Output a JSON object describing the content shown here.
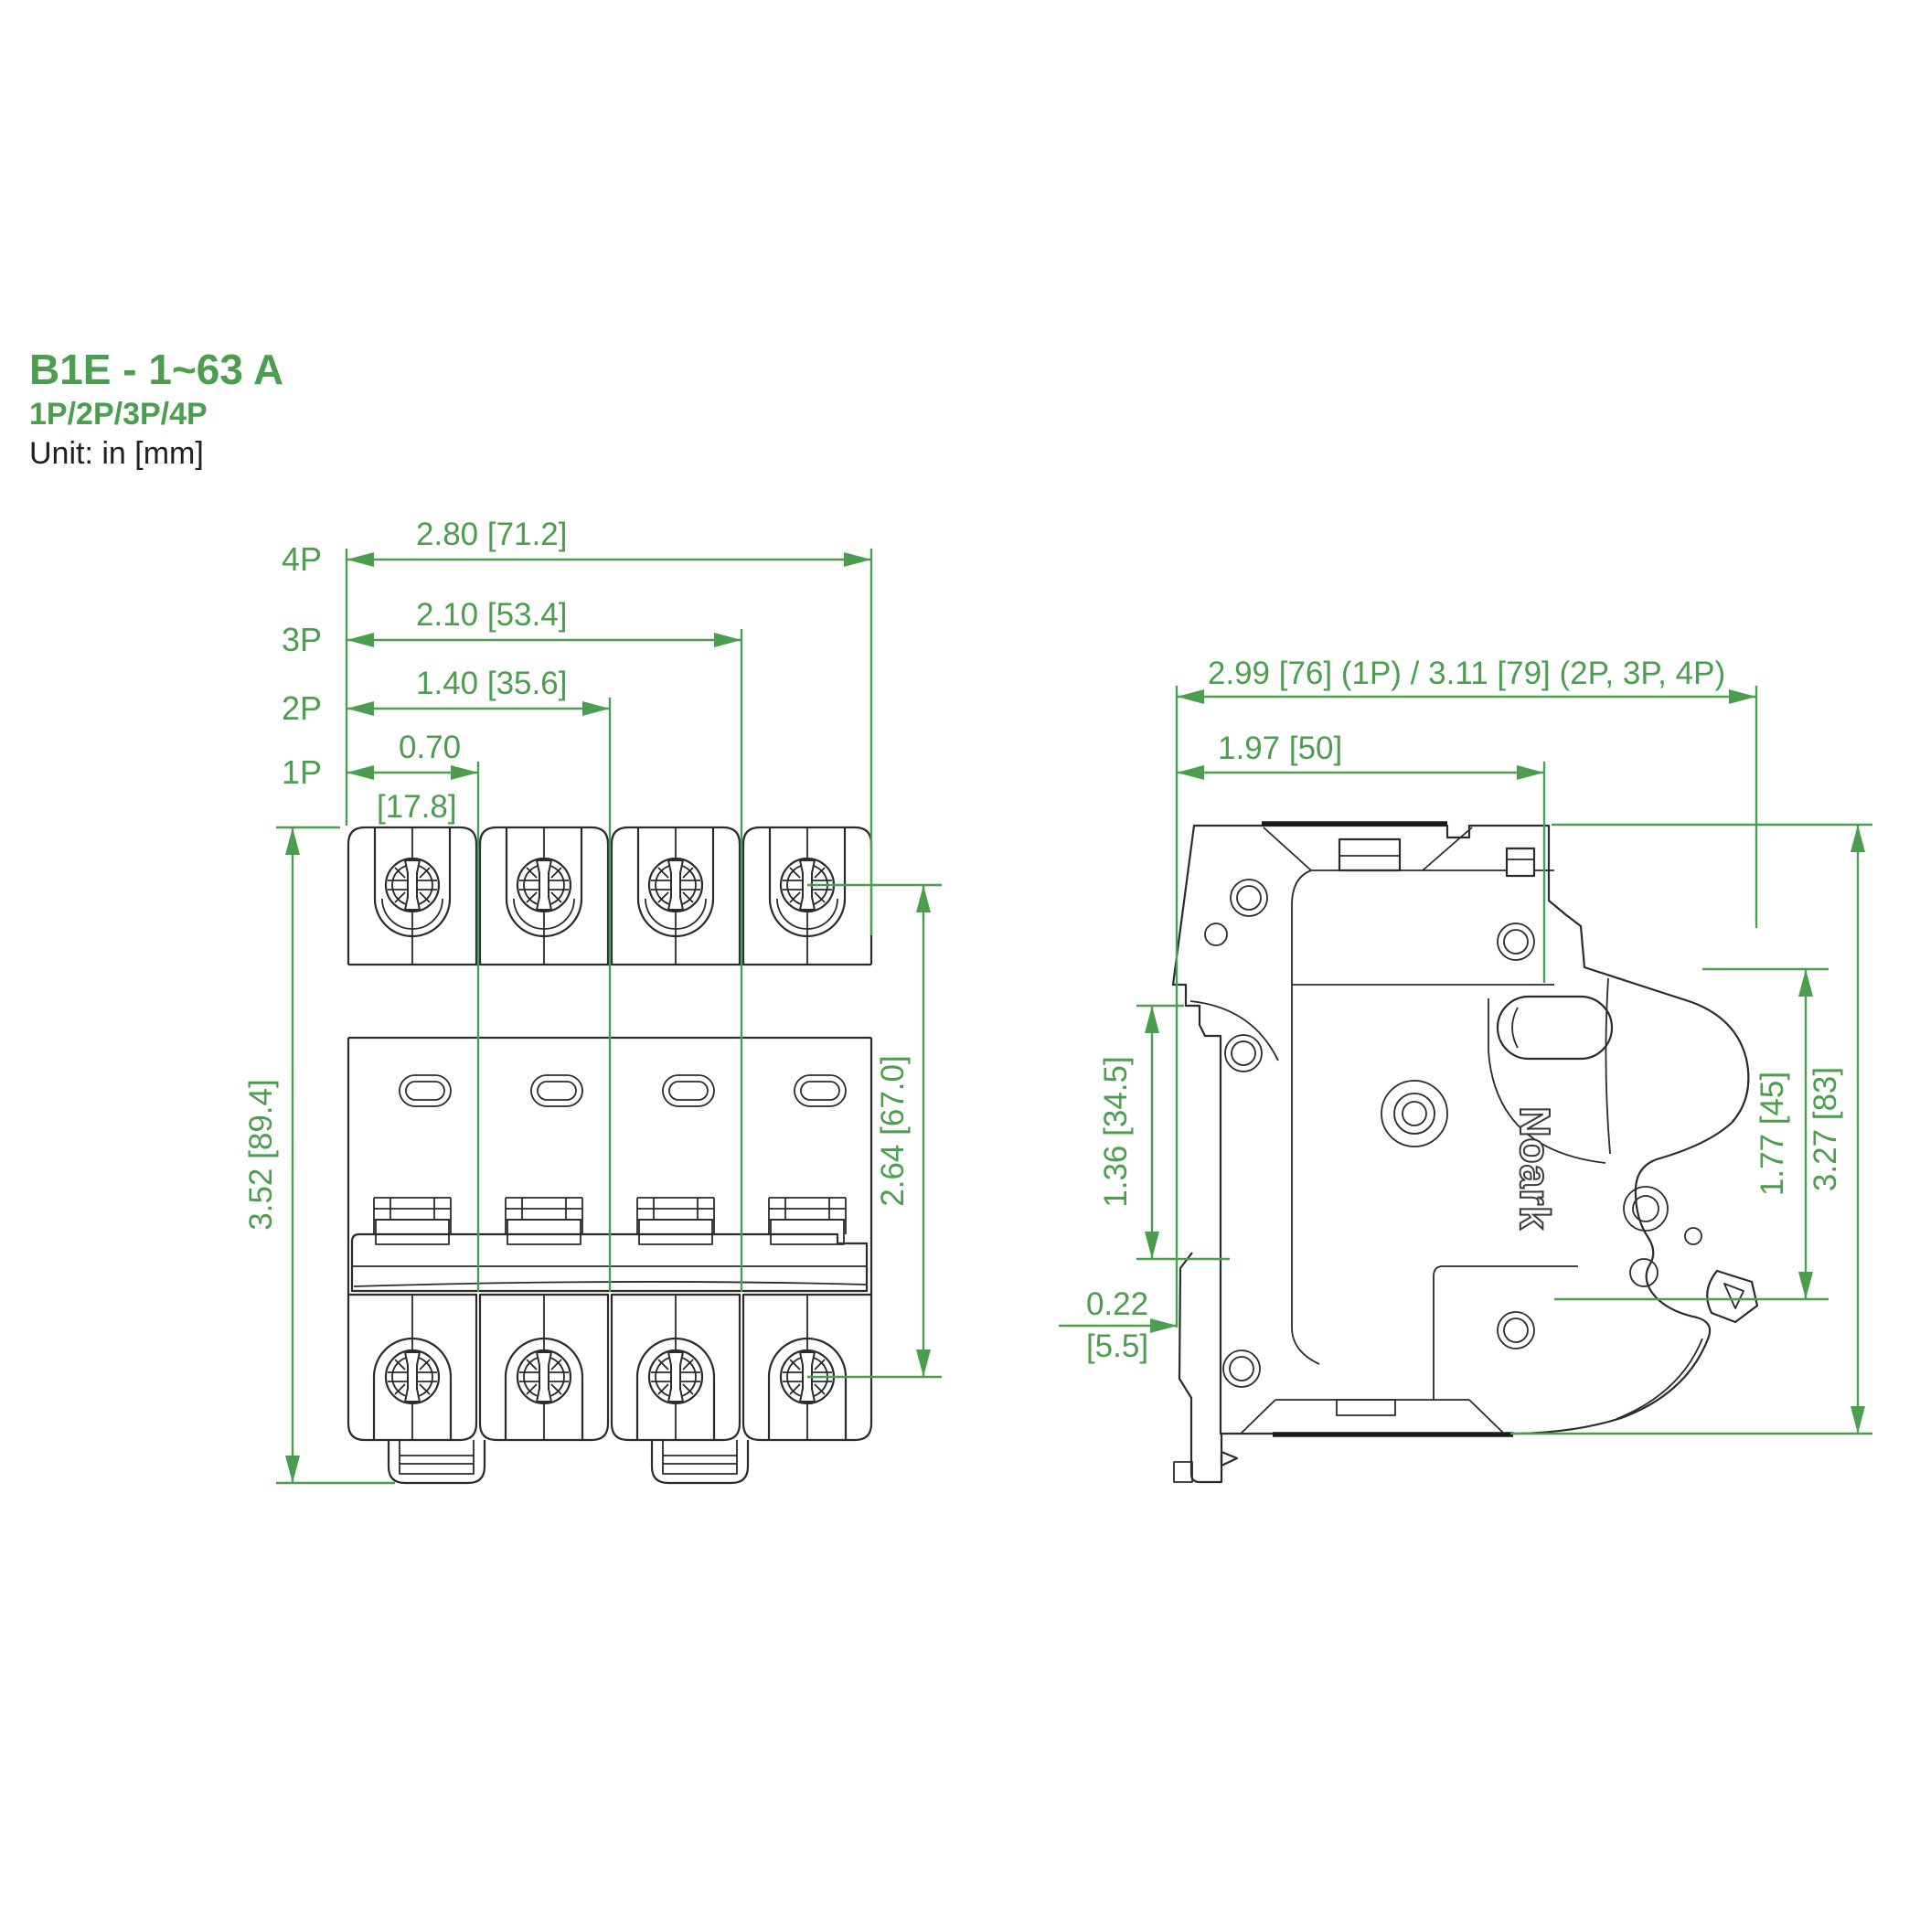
{
  "header": {
    "title": "B1E - 1~63 A",
    "subtitle": "1P/2P/3P/4P",
    "unit": "Unit: in [mm]"
  },
  "front_view": {
    "pole_rows": [
      {
        "label": "4P",
        "dim": "2.80 [71.2]"
      },
      {
        "label": "3P",
        "dim": "2.10 [53.4]"
      },
      {
        "label": "2P",
        "dim": "1.40 [35.6]"
      },
      {
        "label": "1P",
        "dim_top": "0.70",
        "dim_bottom": "[17.8]"
      }
    ],
    "height_dim": "3.52 [89.4]",
    "terminal_span_dim": "2.64 [67.0]"
  },
  "side_view": {
    "width_dim": "2.99 [76] (1P) / 3.11 [79] (2P, 3P, 4P)",
    "rail_depth_dim": "1.97 [50]",
    "recess_dim": "1.36 [34.5]",
    "clip_dim_line1": "0.22",
    "clip_dim_line2": "[5.5]",
    "handle_dim": "1.77 [45]",
    "height_dim": "3.27 [83]",
    "brand": "Noark"
  },
  "colors": {
    "dimension_green": "#4A9E4D",
    "line_black": "#2B2B2B",
    "background": "#FFFFFF"
  }
}
